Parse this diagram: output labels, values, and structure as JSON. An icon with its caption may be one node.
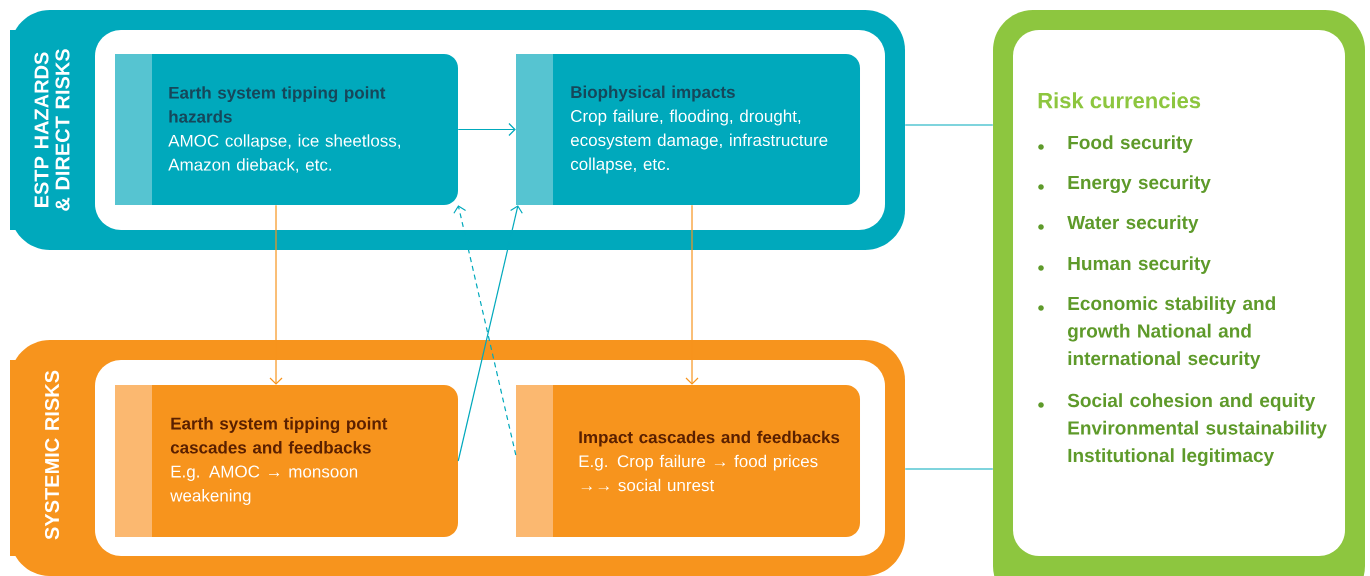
{
  "diagram": {
    "nodes": [
      {
        "text": [
          "ESTP HAZARDS & DIRECT RISKS"
        ]
      },
      {
        "text": [
          "Earth system tipping point hazards",
          "AMOC collapse, ice sheetloss, Amazon dieback, etc."
        ],
        "in": 0
      },
      {
        "text": [
          "Biophysical impacts",
          "Crop failure, flooding, drought, ecosystem damage, infrastructure collapse, etc."
        ],
        "in": 0
      },
      {
        "text": [
          "SYSTEMIC RISKS"
        ]
      },
      {
        "text": [
          "Earth system tipping point cascades and feedbacks",
          "E.g. AMOC → monsoon weakening"
        ],
        "in": 3
      },
      {
        "text": [
          "Impact cascades and feedbacks",
          "E.g. Crop failure → food prices →→ social unrest"
        ],
        "in": 3
      },
      {
        "text": [
          "Risk currencies",
          "Food security",
          "Energy security",
          "Water security",
          "Human security",
          "Economic stability and growth National and international security",
          "Social cohesion and equity Environmental sustainability Institutional legitimacy"
        ]
      }
    ],
    "edges": [
      {
        "from": 1,
        "to": 2,
        "arrow": "to"
      },
      {
        "from": 1,
        "to": 4,
        "arrow": "to",
        "color": "#f7941d"
      },
      {
        "from": 2,
        "to": 5,
        "arrow": "to",
        "color": "#f7941d"
      },
      {
        "from": 4,
        "to": 2,
        "arrow": "to"
      },
      {
        "from": 5,
        "to": 1,
        "arrow": "to",
        "style": "dashed"
      },
      {
        "from": 0,
        "to": 6,
        "arrow": "none"
      },
      {
        "from": 3,
        "to": 6,
        "arrow": "none"
      }
    ]
  }
}
